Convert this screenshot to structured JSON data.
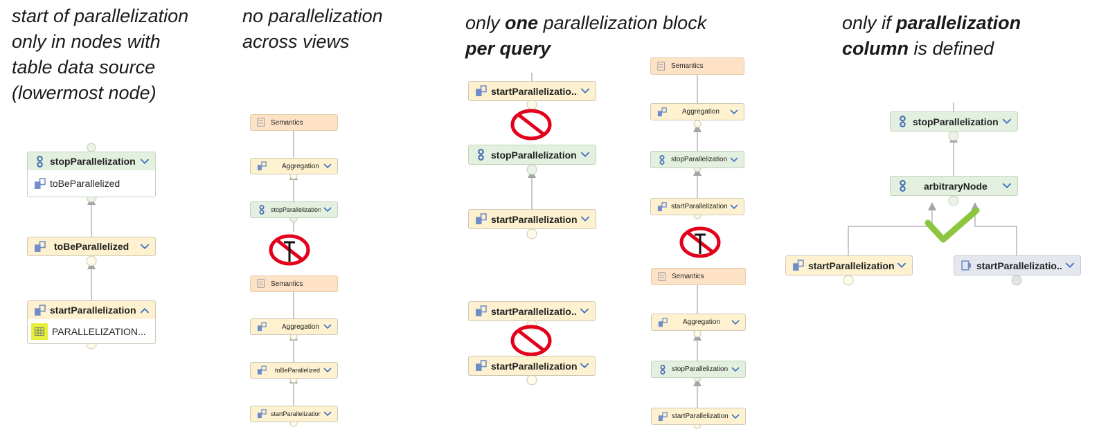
{
  "captions": {
    "c1": [
      "start of parallelization",
      "only in nodes with",
      "table data source",
      "(lowermost node)"
    ],
    "c2": [
      "no parallelization",
      "across views"
    ],
    "c3": {
      "pre": "only ",
      "bold": "one",
      "post": " parallelization block",
      "line2": "per query"
    },
    "c4": {
      "pre": "only if ",
      "bold1": "parallelization",
      "bold2": "column",
      "post": " is defined"
    }
  },
  "panel1": {
    "stop": "stopParallelization",
    "stop_child": "toBeParallelized",
    "tobe": "toBeParallelized",
    "start": "startParallelization",
    "start_child": "PARALLELIZATION..."
  },
  "panel2": {
    "top": [
      "Semantics",
      "Aggregation",
      "stopParallelization"
    ],
    "bottom": [
      "Semantics",
      "Aggregation",
      "toBeParallelized",
      "startParallelization"
    ]
  },
  "panel3": {
    "left": [
      "startParallelizatio...",
      "stopParallelization",
      "startParallelization",
      "startParallelizatio...",
      "startParallelization"
    ],
    "right_top": [
      "Semantics",
      "Aggregation",
      "stopParallelization",
      "startParallelization"
    ],
    "right_bottom": [
      "Semantics",
      "Aggregation",
      "stopParallelization",
      "startParallelization"
    ]
  },
  "panel4": {
    "stop": "stopParallelization",
    "arbitrary": "arbitraryNode",
    "start_left": "startParallelization",
    "start_right": "startParallelizatio..."
  },
  "colors": {
    "prohibit_red": "#e3001b",
    "check_green": "#8cc63f",
    "node_yellow": "#fdf1cf",
    "node_green": "#e3efdf",
    "node_orange": "#fde2c6",
    "node_grey": "#e4e7ee"
  }
}
